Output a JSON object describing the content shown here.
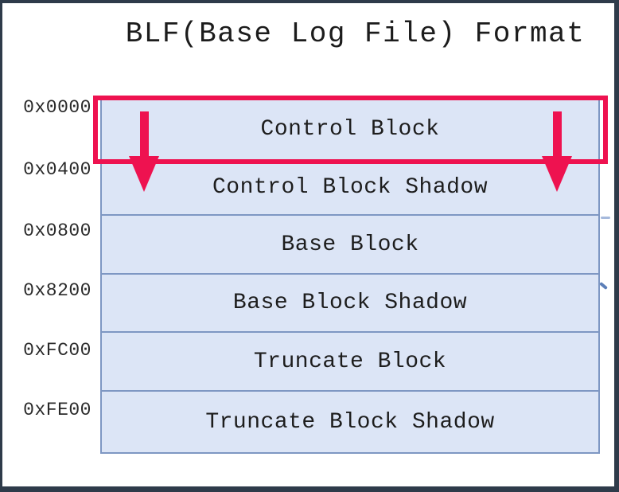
{
  "title": "BLF(Base Log File) Format",
  "diagram": {
    "blocks": [
      {
        "address": "0x0000",
        "label": "Control Block",
        "highlighted": true
      },
      {
        "address": "0x0400",
        "label": "Control Block Shadow",
        "highlighted": false
      },
      {
        "address": "0x0800",
        "label": "Base Block",
        "highlighted": false
      },
      {
        "address": "0x8200",
        "label": "Base Block Shadow",
        "highlighted": false
      },
      {
        "address": "0xFC00",
        "label": "Truncate Block",
        "highlighted": false
      },
      {
        "address": "0xFE00",
        "label": "Truncate Block Shadow",
        "highlighted": false
      }
    ],
    "annotation": {
      "shape": "highlight-box-with-down-arrows",
      "target_block": "Control Block",
      "arrow_count": 2,
      "color": "#EE1250"
    }
  },
  "colors": {
    "block_fill": "#DCE5F6",
    "block_border": "#7E97C3",
    "frame_border": "#2E3B4A",
    "annotation_red": "#EE1250",
    "text": "#1C1C1C"
  }
}
